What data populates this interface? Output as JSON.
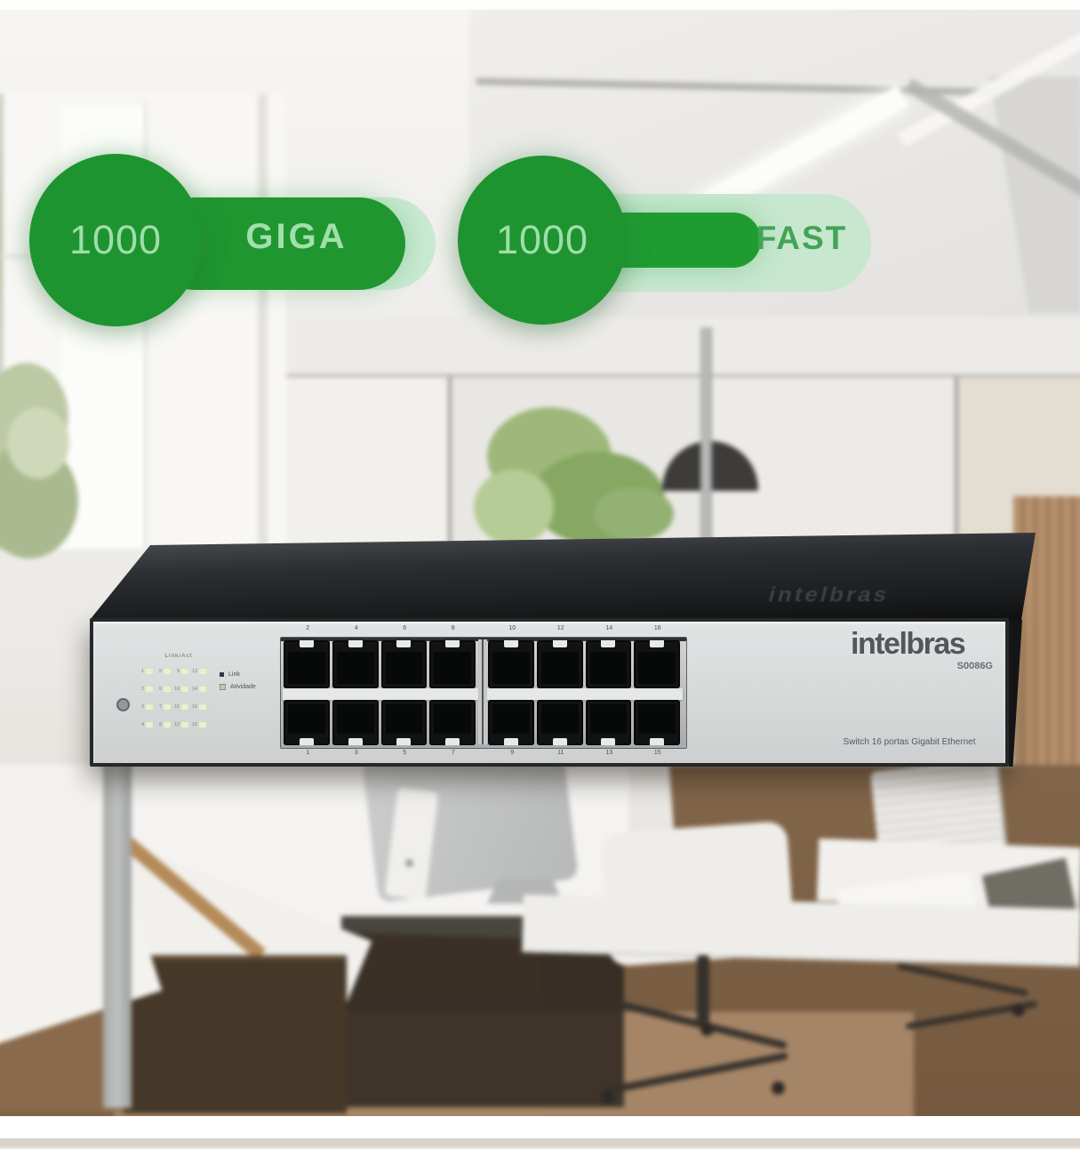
{
  "badges": {
    "giga": {
      "value": "1000",
      "label": "GIGA"
    },
    "fast": {
      "value": "1000",
      "label": "FAST"
    },
    "colors": {
      "green_dark": "#1f9630",
      "green_light_pill": "#c7e8cf",
      "value_text": "#9fdea8",
      "fast_text": "#43a457"
    }
  },
  "device": {
    "top_brand": "intelbras",
    "front": {
      "brand": "intelbras",
      "model": "S0086G",
      "tagline": "Switch 16 portas Gigabit Ethernet",
      "led_header": "Link/Act",
      "legend": [
        {
          "icon": "filled-square",
          "label": "Link"
        },
        {
          "icon": "open-square",
          "label": "Atividade"
        }
      ],
      "led_numbers": [
        "1",
        "5",
        "9",
        "13",
        "2",
        "6",
        "10",
        "14",
        "3",
        "7",
        "11",
        "15",
        "4",
        "8",
        "12",
        "16"
      ],
      "port_top_labels": [
        "2",
        "4",
        "6",
        "8",
        "10",
        "12",
        "14",
        "16"
      ],
      "port_bottom_labels": [
        "1",
        "3",
        "5",
        "7",
        "9",
        "11",
        "13",
        "15"
      ],
      "panel_color": "#d6d8d9",
      "led_color": "#e7f1cf"
    }
  }
}
